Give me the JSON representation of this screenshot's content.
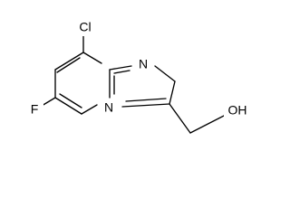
{
  "molecule": {
    "atoms": {
      "chlorine": "Cl",
      "imine_nitrogen": "N",
      "fluorine": "F",
      "bridgehead_nitrogen": "N",
      "hydroxyl": "OH"
    },
    "colors": {
      "bond": "#000000",
      "label": "#000000",
      "background": "#ffffff"
    }
  }
}
